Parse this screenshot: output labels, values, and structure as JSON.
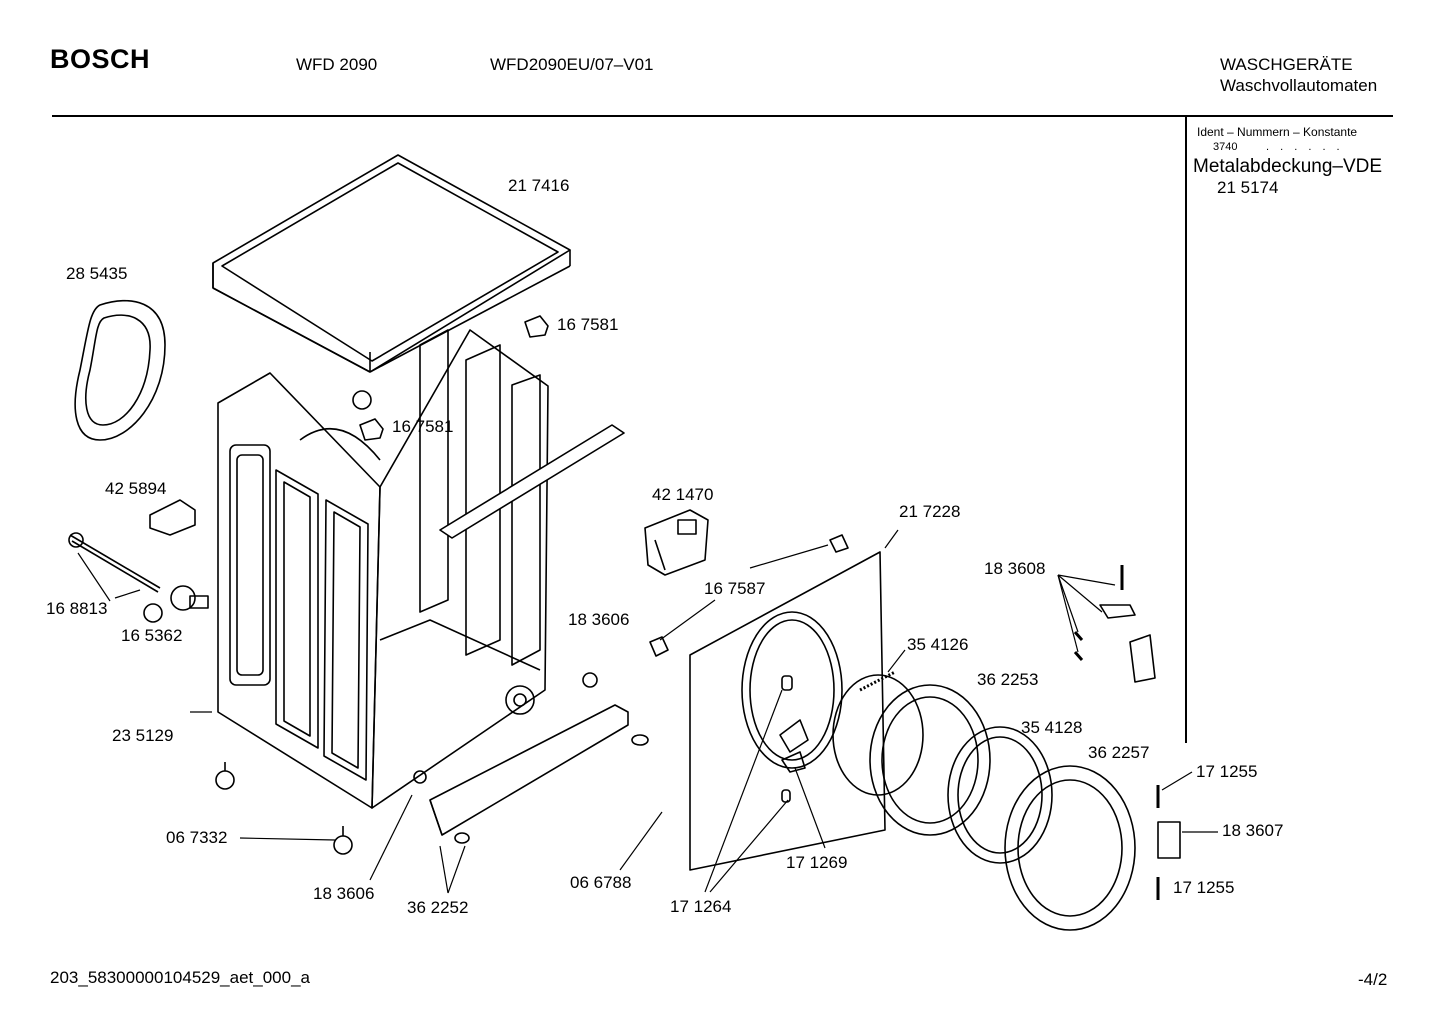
{
  "header": {
    "brand": "BOSCH",
    "model": "WFD 2090",
    "code": "WFD2090EU/07–V01",
    "category": "WASCHGERÄTE",
    "subcategory": "Waschvollautomaten"
  },
  "ident": {
    "title": "Ident – Nummern – Konstante",
    "code": "3740",
    "dots": ". . . . . .",
    "description": "Metalabdeckung–VDE",
    "number": "21 5174"
  },
  "parts": [
    {
      "id": "p217416",
      "label": "21 7416"
    },
    {
      "id": "p285435",
      "label": "28 5435"
    },
    {
      "id": "p167581a",
      "label": "16 7581"
    },
    {
      "id": "p167581b",
      "label": "16 7581"
    },
    {
      "id": "p425894",
      "label": "42 5894"
    },
    {
      "id": "p168813",
      "label": "16 8813"
    },
    {
      "id": "p165362",
      "label": "16 5362"
    },
    {
      "id": "p421470",
      "label": "42 1470"
    },
    {
      "id": "p217228",
      "label": "21 7228"
    },
    {
      "id": "p183608",
      "label": "18 3608"
    },
    {
      "id": "p167587",
      "label": "16 7587"
    },
    {
      "id": "p183606a",
      "label": "18 3606"
    },
    {
      "id": "p354126",
      "label": "35 4126"
    },
    {
      "id": "p362253",
      "label": "36 2253"
    },
    {
      "id": "p235129",
      "label": "23 5129"
    },
    {
      "id": "p354128",
      "label": "35 4128"
    },
    {
      "id": "p362257",
      "label": "36 2257"
    },
    {
      "id": "p171255a",
      "label": "17 1255"
    },
    {
      "id": "p067332",
      "label": "06 7332"
    },
    {
      "id": "p183607",
      "label": "18 3607"
    },
    {
      "id": "p171269",
      "label": "17 1269"
    },
    {
      "id": "p066788",
      "label": "06 6788"
    },
    {
      "id": "p171255b",
      "label": "17 1255"
    },
    {
      "id": "p183606b",
      "label": "18 3606"
    },
    {
      "id": "p362252",
      "label": "36 2252"
    },
    {
      "id": "p171264",
      "label": "17 1264"
    }
  ],
  "footer": {
    "drawing_id": "203_58300000104529_aet_000_a",
    "page": "-4/2"
  }
}
